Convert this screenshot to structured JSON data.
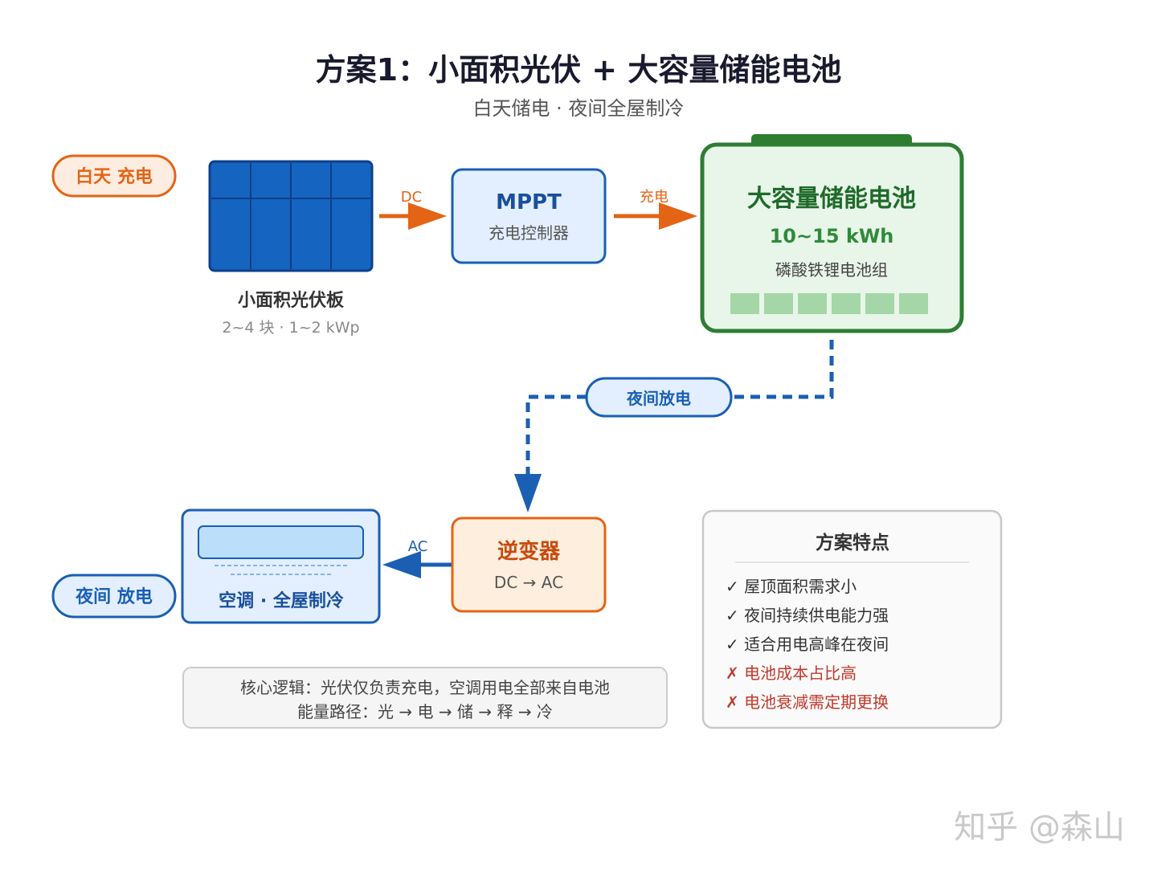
{
  "title": "方案1：小面积光伏 + 大容量储能电池",
  "subtitle": "白天储电 · 夜间全屋制冷",
  "day_pill": "白天 充电",
  "night_pill": "夜间 放电",
  "pv": {
    "title": "小面积光伏板",
    "sub": "2~4 块 · 1~2 kWp"
  },
  "arrow_dc": "DC",
  "mppt": {
    "title": "MPPT",
    "sub": "充电控制器"
  },
  "arrow_charge": "充电",
  "battery": {
    "title": "大容量储能电池",
    "capacity": "10~15 kWh",
    "sub": "磷酸铁锂电池组"
  },
  "discharge_label": "夜间放电",
  "inverter": {
    "title": "逆变器",
    "sub": "DC → AC"
  },
  "arrow_ac": "AC",
  "ac_unit": {
    "label": "空调 · 全屋制冷"
  },
  "note": {
    "line1": "核心逻辑：光伏仅负责充电，空调用电全部来自电池",
    "line2": "能量路径：光 → 电 → 储 → 释 → 冷"
  },
  "features": {
    "title": "方案特点",
    "pros": [
      "✓ 屋顶面积需求小",
      "✓ 夜间持续供电能力强",
      "✓ 适合用电高峰在夜间"
    ],
    "cons": [
      "✗ 电池成本占比高",
      "✗ 电池衰减需定期更换"
    ]
  },
  "watermark": "知乎 @森山",
  "colors": {
    "orange": "#e36414",
    "blue": "#1a5fb4",
    "green": "#2e7d32",
    "panel_blue": "#1565c0"
  }
}
